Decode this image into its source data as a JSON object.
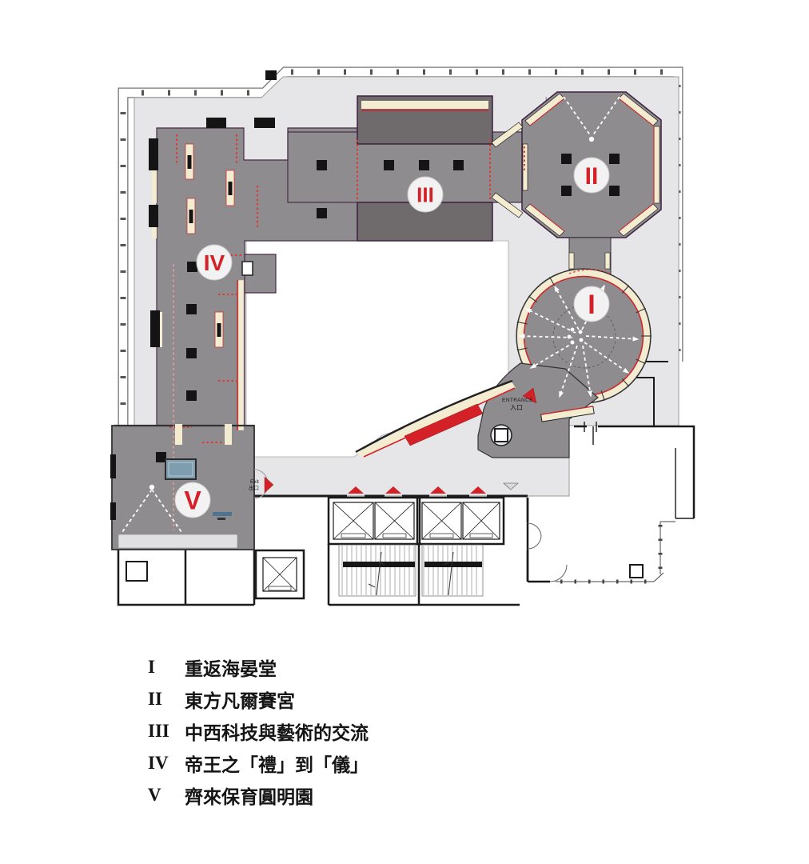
{
  "plan": {
    "badges": [
      {
        "zone": "zone-1-rotunda",
        "numeral": "I"
      },
      {
        "zone": "zone-2-octagon",
        "numeral": "II"
      },
      {
        "zone": "zone-3-hall",
        "numeral": "III"
      },
      {
        "zone": "zone-4-gallery",
        "numeral": "IV"
      },
      {
        "zone": "zone-5-gallery",
        "numeral": "V"
      }
    ],
    "entrance": {
      "en": "ENTRANCE",
      "zh": "入口"
    },
    "exit": {
      "en": "Exit",
      "zh": "出口"
    }
  },
  "legend": {
    "items": [
      {
        "numeral": "I",
        "label": "重返海晏堂"
      },
      {
        "numeral": "II",
        "label": "東方凡爾賽宮"
      },
      {
        "numeral": "III",
        "label": "中西科技與藝術的交流"
      },
      {
        "numeral": "IV",
        "label": "帝王之「禮」到「儀」"
      },
      {
        "numeral": "V",
        "label": "齊來保育圓明園"
      }
    ]
  },
  "colors": {
    "accent_red": "#d42127",
    "dotted_red": "#e8302a",
    "zone_gray": "#8e8c8e",
    "dark_room": "#6f6a6c",
    "cream": "#f4ecd0",
    "envelope": "#e6e6e8",
    "screen_blue": "#7e9dae",
    "badge_bg": "#f2f2f3"
  }
}
